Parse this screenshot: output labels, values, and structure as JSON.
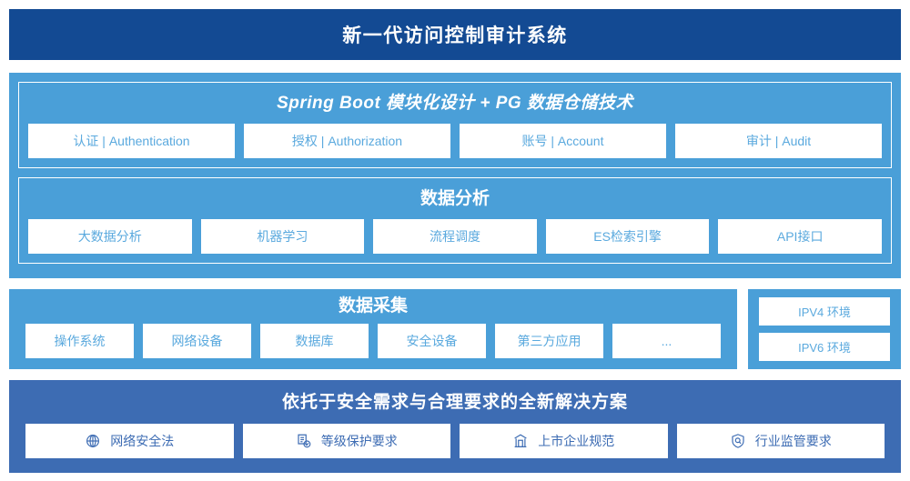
{
  "header": {
    "title": "新一代访问控制审计系统"
  },
  "colors": {
    "title_bar": "#134a93",
    "panel_blue": "#4a9fd8",
    "bottom_blue": "#3d6cb3",
    "card_text": "#5aa9de",
    "card_bg": "#ffffff"
  },
  "platform_section": {
    "title": "Spring Boot 模块化设计 + PG 数据仓储技术",
    "cards": [
      {
        "label": "认证 | Authentication"
      },
      {
        "label": "授权 | Authorization"
      },
      {
        "label": "账号 | Account"
      },
      {
        "label": "审计 | Audit"
      }
    ]
  },
  "analysis_section": {
    "title": "数据分析",
    "cards": [
      {
        "label": "大数据分析"
      },
      {
        "label": "机器学习"
      },
      {
        "label": "流程调度"
      },
      {
        "label": "ES检索引擎"
      },
      {
        "label": "API接口"
      }
    ]
  },
  "collection_section": {
    "title": "数据采集",
    "cards": [
      {
        "label": "操作系统"
      },
      {
        "label": "网络设备"
      },
      {
        "label": "数据库"
      },
      {
        "label": "安全设备"
      },
      {
        "label": "第三方应用"
      },
      {
        "label": "..."
      }
    ]
  },
  "environment_section": {
    "cards": [
      {
        "label": "IPV4 环境"
      },
      {
        "label": "IPV6 环境"
      }
    ]
  },
  "compliance_section": {
    "title": "依托于安全需求与合理要求的全新解决方案",
    "cards": [
      {
        "label": "网络安全法",
        "icon": "globe-icon"
      },
      {
        "label": "等级保护要求",
        "icon": "document-check-icon"
      },
      {
        "label": "上市企业规范",
        "icon": "bank-icon"
      },
      {
        "label": "行业监管要求",
        "icon": "shield-search-icon"
      }
    ]
  }
}
